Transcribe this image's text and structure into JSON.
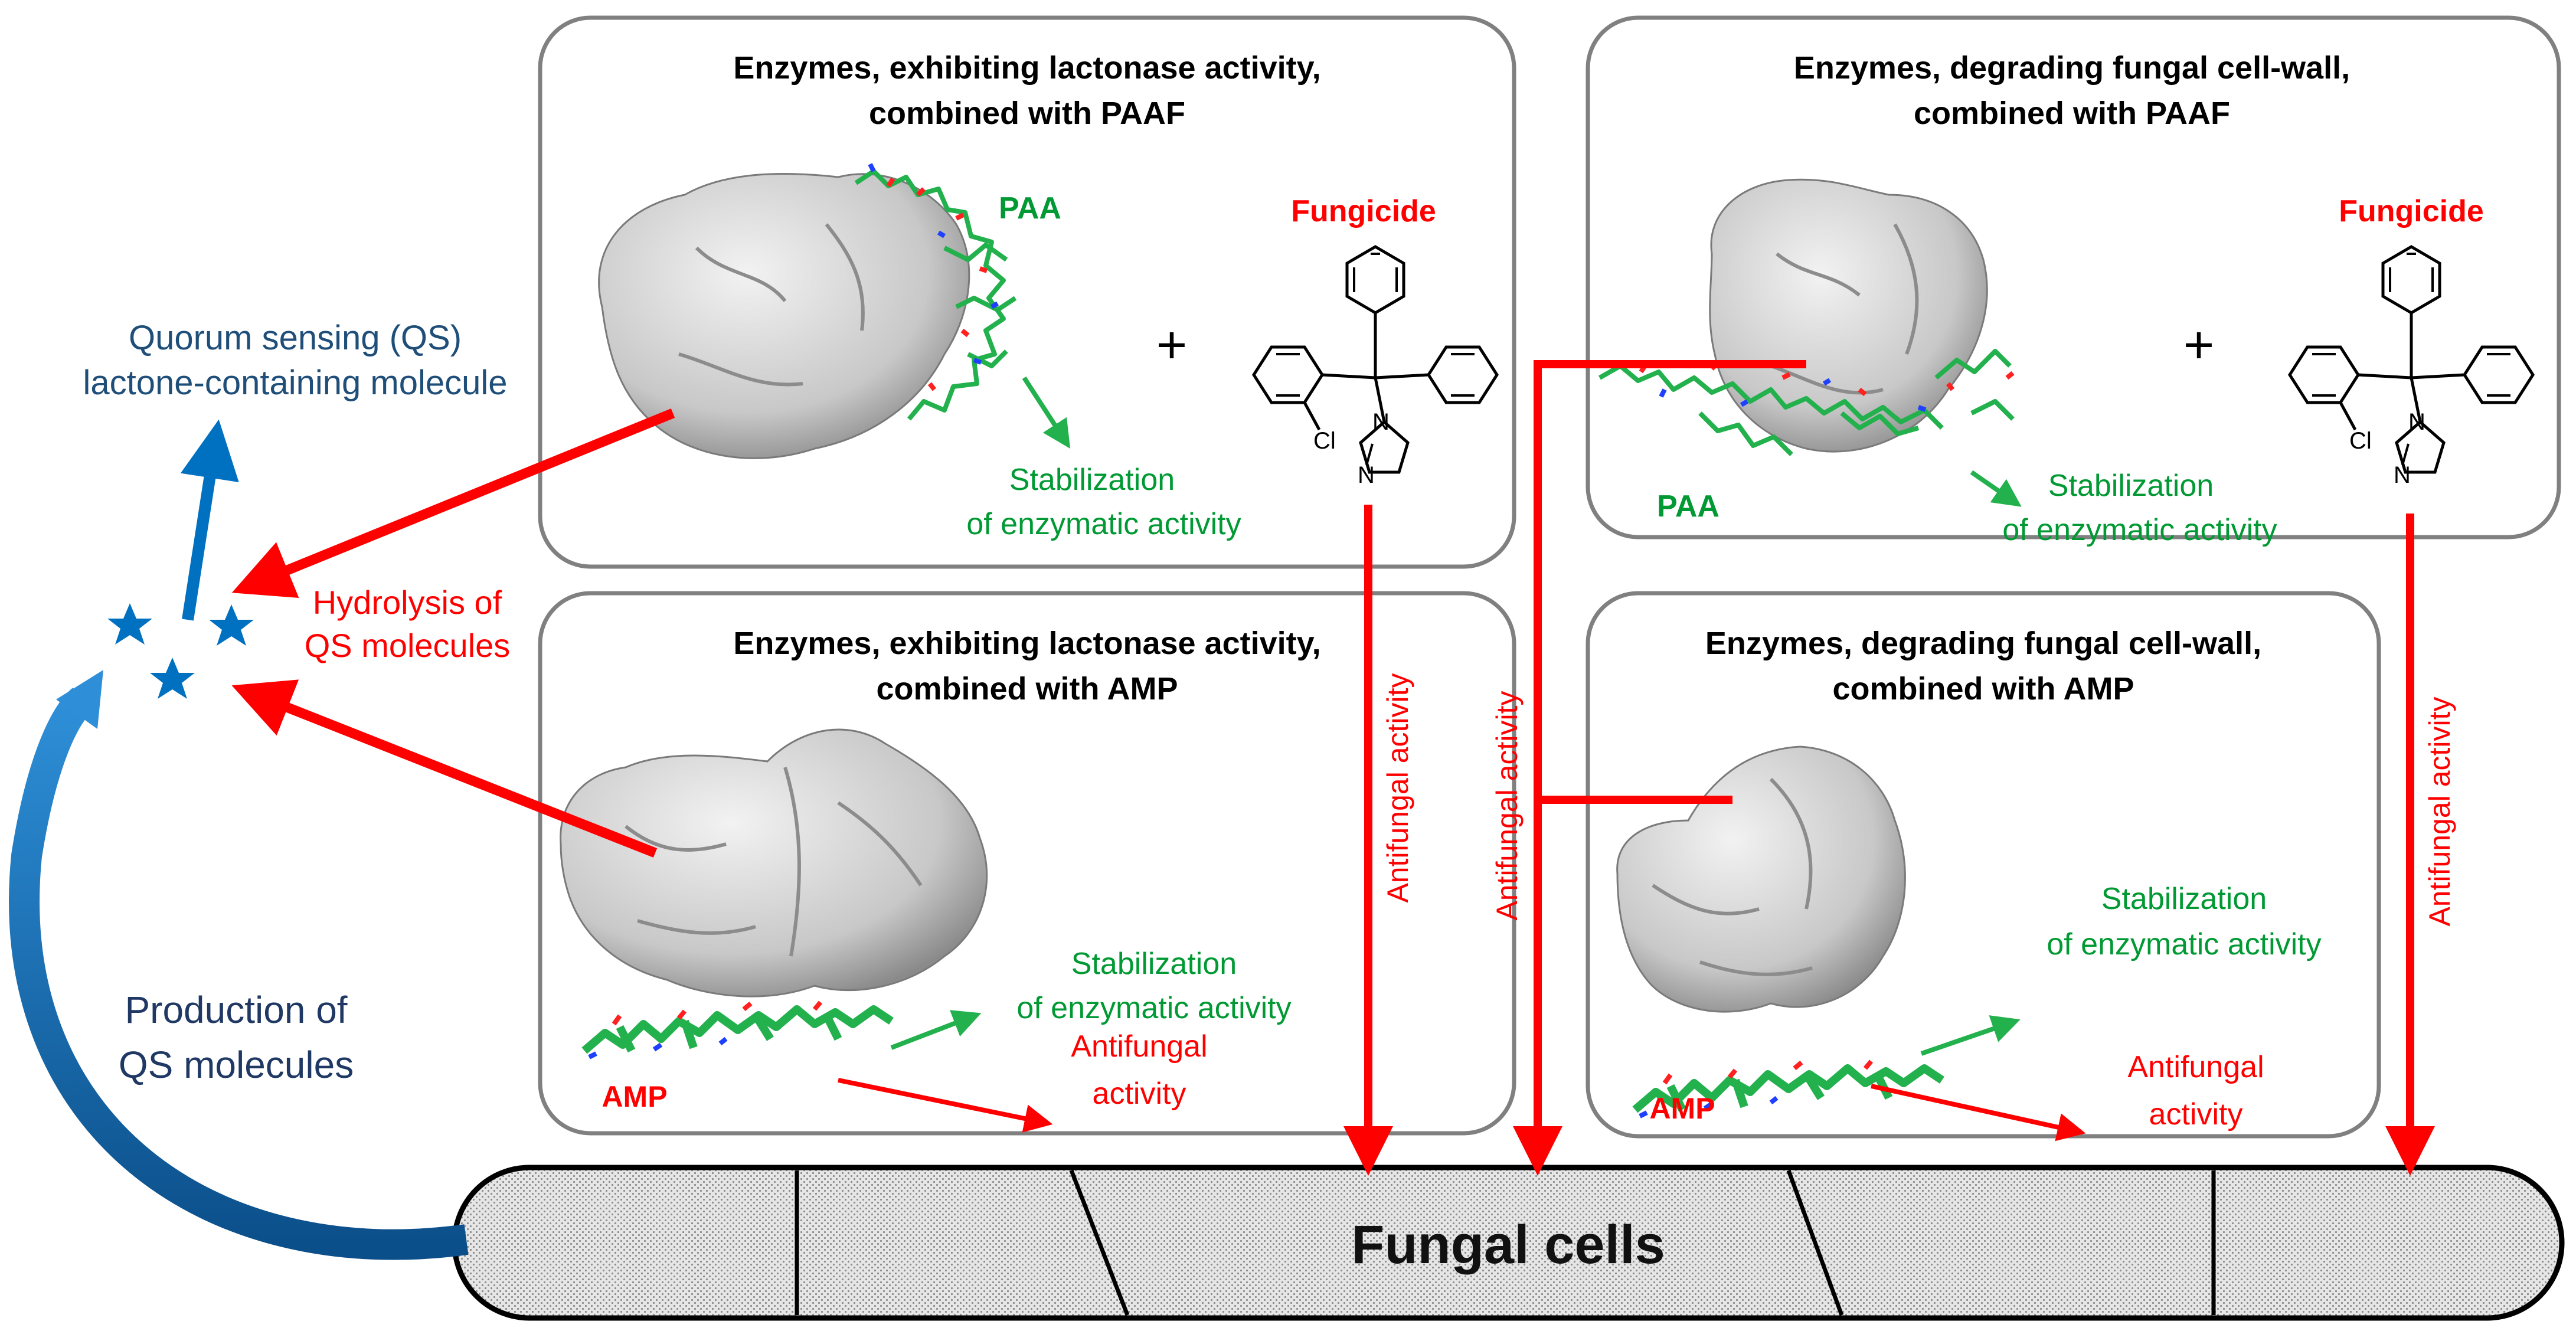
{
  "panels": {
    "lactonase_paaf": {
      "title_line1": "Enzymes, exhibiting lactonase activity,",
      "title_line2": "combined with PAAF",
      "polymer_label": "PAA",
      "fungicide_label": "Fungicide",
      "plus": "+",
      "stabilization_line1": "Stabilization",
      "stabilization_line2": "of enzymatic activity"
    },
    "cellwall_paaf": {
      "title_line1": "Enzymes, degrading fungal cell-wall,",
      "title_line2": "combined with PAAF",
      "polymer_label": "PAA",
      "fungicide_label": "Fungicide",
      "plus": "+",
      "stabilization_line1": "Stabilization",
      "stabilization_line2": "of enzymatic activity"
    },
    "lactonase_amp": {
      "title_line1": "Enzymes, exhibiting lactonase activity,",
      "title_line2": "combined with AMP",
      "peptide_label": "AMP",
      "stabilization_line1": "Stabilization",
      "stabilization_line2": "of enzymatic activity",
      "antifungal_line1": "Antifungal",
      "antifungal_line2": "activity"
    },
    "cellwall_amp": {
      "title_line1": "Enzymes, degrading fungal cell-wall,",
      "title_line2": "combined with AMP",
      "peptide_label": "AMP",
      "stabilization_line1": "Stabilization",
      "stabilization_line2": "of enzymatic activity",
      "antifungal_line1": "Antifungal",
      "antifungal_line2": "activity"
    }
  },
  "chem": {
    "chloro_label": "Cl",
    "nitrogen_label": "N"
  },
  "quorum": {
    "line1": "Quorum sensing (QS)",
    "line2": "lactone-containing molecule"
  },
  "hydrolysis": {
    "line1": "Hydrolysis of",
    "line2": "QS molecules"
  },
  "production": {
    "line1": "Production of",
    "line2": "QS molecules"
  },
  "antifungal_vertical": "Antifungal activity",
  "fungal_cells": "Fungal cells",
  "colors": {
    "red": "#ff0000",
    "green": "#009933",
    "blue_text": "#1f4e79",
    "blue_arrow": "#0070c0",
    "box_border": "#808080"
  }
}
